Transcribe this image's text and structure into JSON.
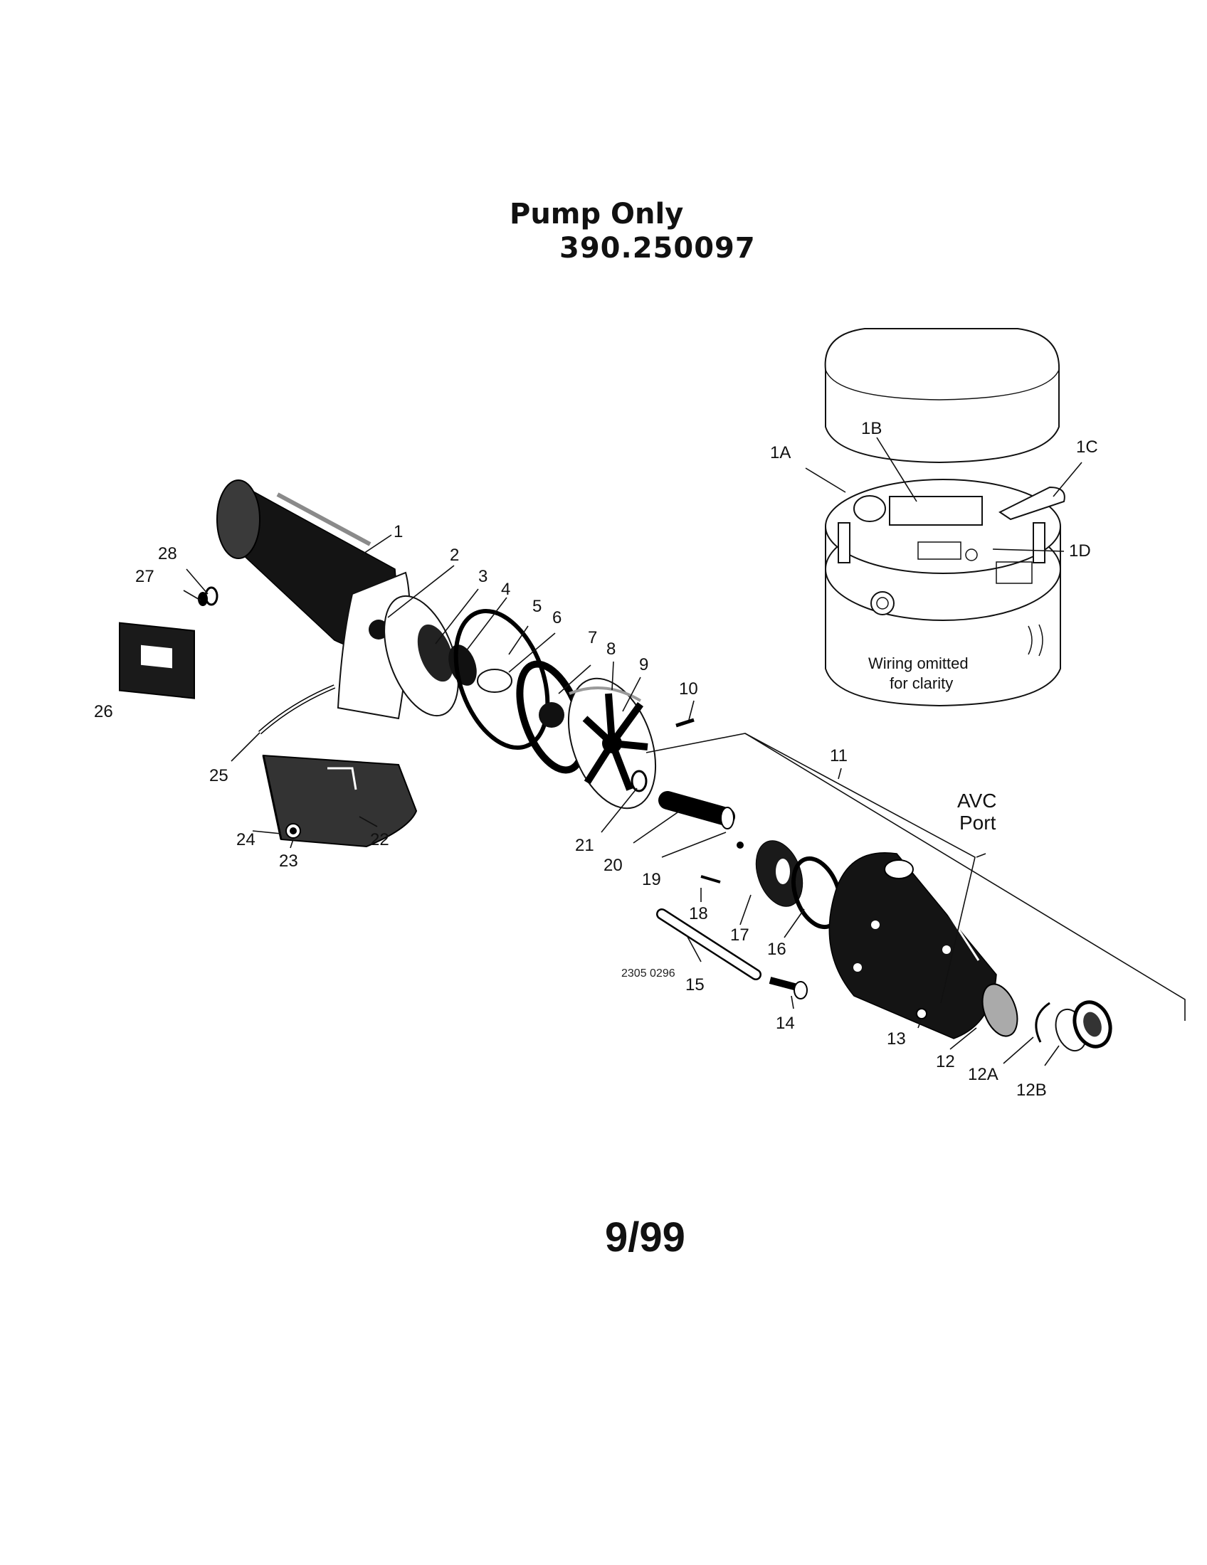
{
  "title": {
    "line1": "Pump Only",
    "line2": "390.250097"
  },
  "footer_date": "9/99",
  "drawing_code": "2305 0296",
  "inset_note": {
    "line1": "Wiring omitted",
    "line2": "for clarity"
  },
  "avc_port": {
    "line1": "AVC",
    "line2": "Port"
  },
  "parts": [
    {
      "id": "1"
    },
    {
      "id": "1A"
    },
    {
      "id": "1B"
    },
    {
      "id": "1C"
    },
    {
      "id": "1D"
    },
    {
      "id": "2"
    },
    {
      "id": "3"
    },
    {
      "id": "4"
    },
    {
      "id": "5"
    },
    {
      "id": "6"
    },
    {
      "id": "7"
    },
    {
      "id": "8"
    },
    {
      "id": "9"
    },
    {
      "id": "10"
    },
    {
      "id": "11"
    },
    {
      "id": "12"
    },
    {
      "id": "12A"
    },
    {
      "id": "12B"
    },
    {
      "id": "13"
    },
    {
      "id": "14"
    },
    {
      "id": "15"
    },
    {
      "id": "16"
    },
    {
      "id": "17"
    },
    {
      "id": "18"
    },
    {
      "id": "19"
    },
    {
      "id": "20"
    },
    {
      "id": "21"
    },
    {
      "id": "22"
    },
    {
      "id": "23"
    },
    {
      "id": "24"
    },
    {
      "id": "25"
    },
    {
      "id": "26"
    },
    {
      "id": "27"
    },
    {
      "id": "28"
    }
  ]
}
